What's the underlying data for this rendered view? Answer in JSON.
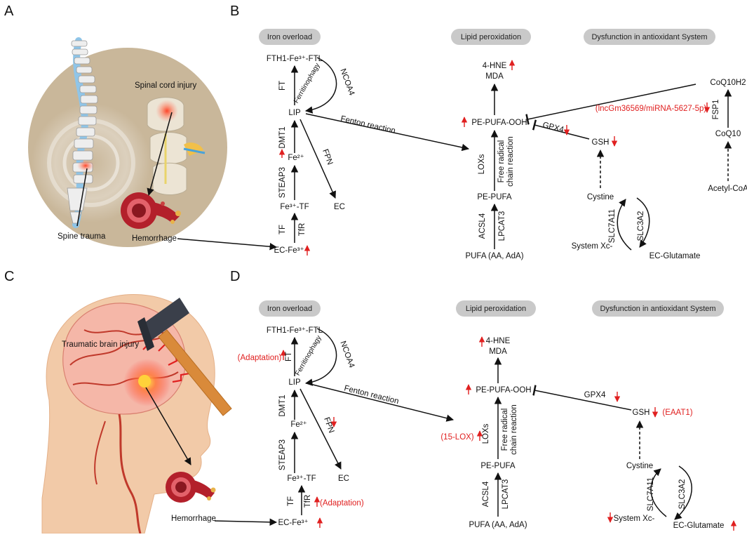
{
  "panels": {
    "a": "A",
    "b": "B",
    "c": "C",
    "d": "D"
  },
  "colors": {
    "accent_red": "#e02020",
    "pill_gray": "#c9c9c9",
    "blood": "#b3202b",
    "bone": "#e8dcc4",
    "backdrop": "#c9b79a"
  },
  "panel_a": {
    "spinal_cord_injury": "Spinal cord injury",
    "spine_trauma": "Spine trauma",
    "hemorrhage": "Hemorrhage"
  },
  "panel_b": {
    "iron_overload": "Iron overload",
    "lipid_peroxidation": "Lipid peroxidation",
    "antioxidant_dysfunction": "Dysfunction in antioxidant System",
    "fth1": "FTH1-Fe³⁺-FTL",
    "ft": "FT",
    "ferritinophagy": "Ferritinophagy",
    "ncoa4": "NCOA4",
    "lip": "LIP",
    "fenton": "Fenton reaction",
    "dmt1": "DMT1",
    "fe2": "Fe²⁺",
    "fpn": "FPN",
    "steap3": "STEAP3",
    "fe3tf": "Fe³⁺-TF",
    "ec": "EC",
    "tf": "TF",
    "tfr": "TfR",
    "ec_fe3": "EC-Fe³⁺",
    "hne": "4-HNE",
    "mda": "MDA",
    "pe_pufa_ooh": "PE-PUFA-OOH",
    "loxs": "LOXs",
    "free_radical_1": "Free radical",
    "free_radical_2": "chain reaction",
    "pe_pufa": "PE-PUFA",
    "acsl4": "ACSL4",
    "lpcat3": "LPCAT3",
    "pufa": "PUFA (AA, AdA)",
    "gpx4": "GPX4",
    "gsh": "GSH",
    "cystine": "Cystine",
    "slc7a11": "SLC7A11",
    "slc3a2": "SLC3A2",
    "system_xc": "System Xc-",
    "ec_glutamate": "EC-Glutamate",
    "coq10h2": "CoQ10H2",
    "fsp1": "FSP1",
    "coq10": "CoQ10",
    "acetyl_coa": "Acetyl-CoA",
    "lnc": "(lncGm36569/miRNA-5627-5p)"
  },
  "panel_c": {
    "tbi": "Traumatic brain injury",
    "hemorrhage": "Hemorrhage"
  },
  "panel_d": {
    "iron_overload": "Iron overload",
    "lipid_peroxidation": "Lipid peroxidation",
    "antioxidant_dysfunction": "Dysfunction in antioxidant System",
    "fth1": "FTH1-Fe³⁺-FTL",
    "adaptation_ft": "(Adaptation)",
    "ft": "FT",
    "ferritinophagy": "Ferritinophagy",
    "ncoa4": "NCOA4",
    "lip": "LIP",
    "fenton": "Fenton reaction",
    "dmt1": "DMT1",
    "fe2": "Fe²⁺",
    "fpn": "FPN",
    "steap3": "STEAP3",
    "fe3tf": "Fe³⁺-TF",
    "ec": "EC",
    "tf": "TF",
    "tfr": "TfR",
    "adaptation_tfr": "(Adaptation)",
    "ec_fe3": "EC-Fe³⁺",
    "hne": "4-HNE",
    "mda": "MDA",
    "pe_pufa_ooh": "PE-PUFA-OOH",
    "lox15": "(15-LOX)",
    "loxs": "LOXs",
    "free_radical_1": "Free radical",
    "free_radical_2": "chain reaction",
    "pe_pufa": "PE-PUFA",
    "acsl4": "ACSL4",
    "lpcat3": "LPCAT3",
    "pufa": "PUFA (AA, AdA)",
    "gpx4": "GPX4",
    "gsh": "GSH",
    "eaat1": "(EAAT1)",
    "cystine": "Cystine",
    "slc7a11": "SLC7A11",
    "slc3a2": "SLC3A2",
    "system_xc": "System Xc-",
    "ec_glutamate": "EC-Glutamate"
  }
}
